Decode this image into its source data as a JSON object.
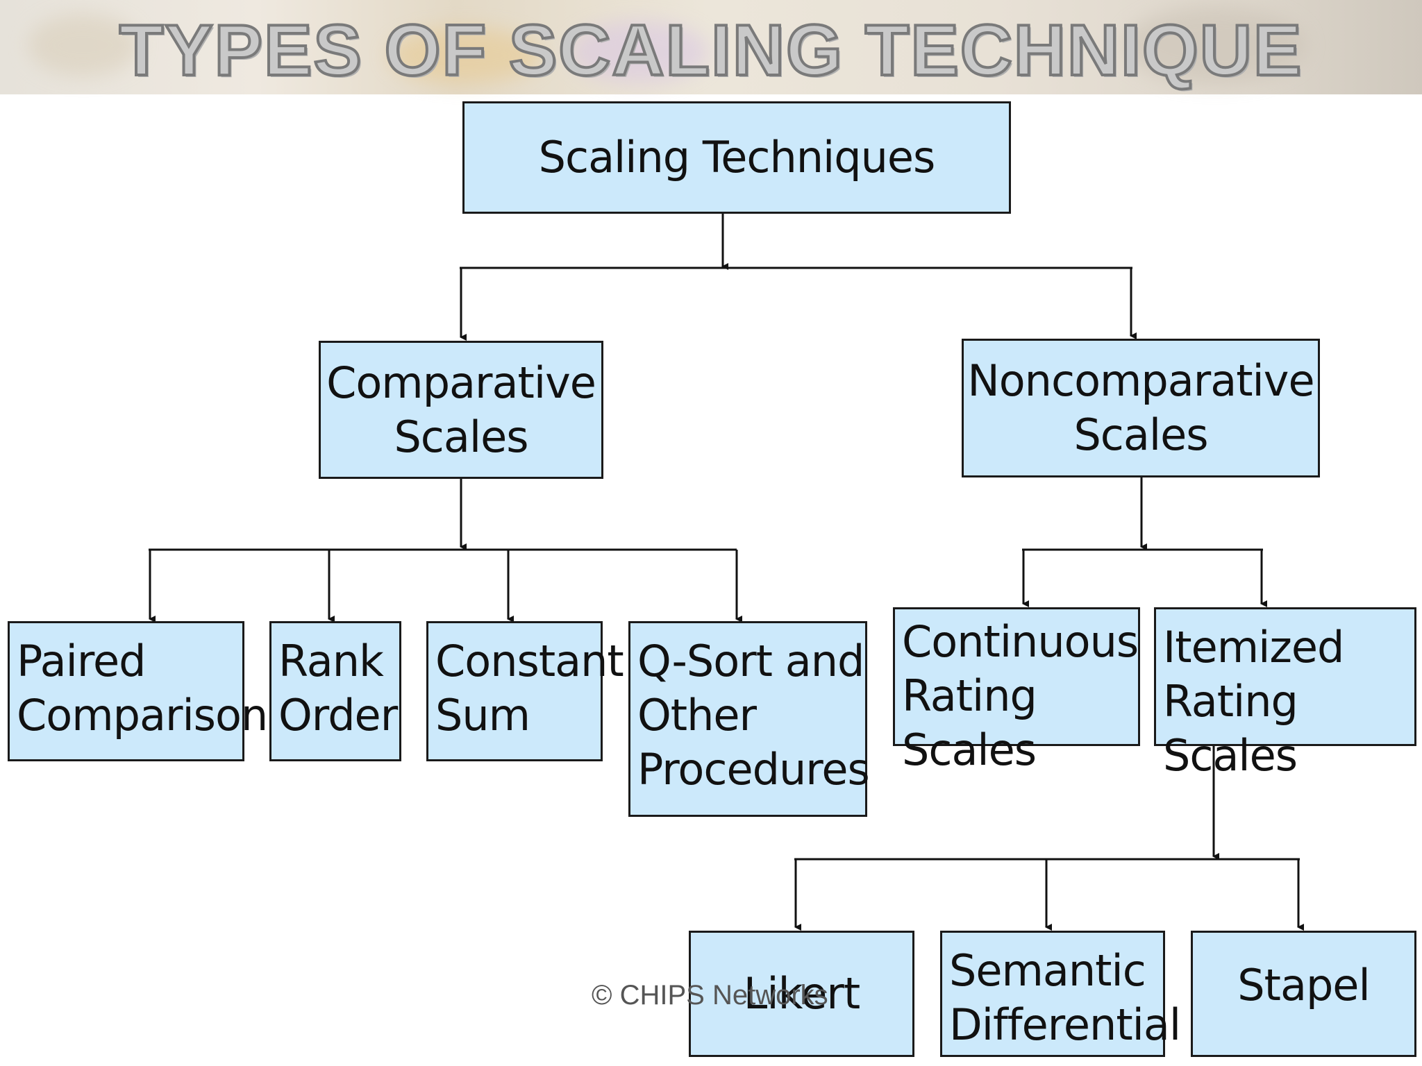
{
  "slide": {
    "title": "TYPES OF SCALING TECHNIQUE",
    "watermark": "© CHIPS Networks"
  },
  "diagram": {
    "root": "Scaling Techniques",
    "comparative": {
      "label": "Comparative\nScales",
      "children": [
        "Paired\nComparison",
        "Rank\nOrder",
        "Constant\nSum",
        "Q-Sort and\nOther\nProcedures"
      ]
    },
    "noncomparative": {
      "label": "Noncomparative\nScales",
      "children": [
        "Continuous\nRating Scales",
        "Itemized\nRating Scales"
      ]
    },
    "itemized_children": [
      "Likert",
      "Semantic\nDifferential",
      "Stapel"
    ]
  },
  "colors": {
    "node_fill": "#cce9fb",
    "node_border": "#1a1a1a",
    "connector": "#111111"
  }
}
